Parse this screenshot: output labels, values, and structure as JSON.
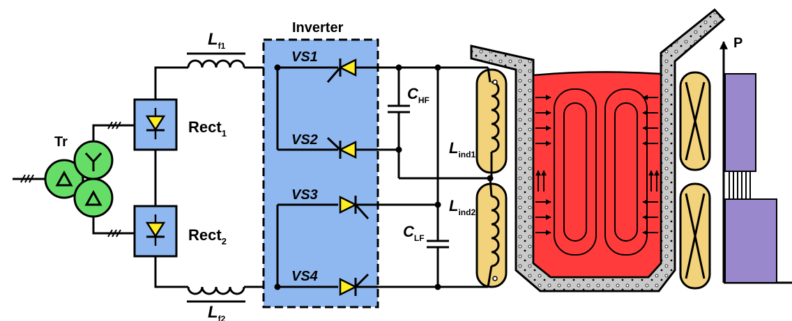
{
  "labels": {
    "transformer": "Tr",
    "rect1_main": "Rect",
    "rect1_sub": "1",
    "rect2_main": "Rect",
    "rect2_sub": "2",
    "inverter": "Inverter",
    "lf1_main": "L",
    "lf1_sub": "f1",
    "lf2_main": "L",
    "lf2_sub": "f2",
    "vs1": "VS1",
    "vs2": "VS2",
    "vs3": "VS3",
    "vs4": "VS4",
    "chf_main": "C",
    "chf_sub": "HF",
    "clf_main": "C",
    "clf_sub": "LF",
    "lind1_main": "L",
    "lind1_sub": "ind1",
    "lind2_main": "L",
    "lind2_sub": "ind2",
    "power_axis": "P"
  },
  "colors": {
    "transformer": "#66dd66",
    "rectifier_box": "#8fb8f0",
    "inverter_box": "#8fb8f0",
    "diode_yellow": "#ffee22",
    "coil": "#f2d27a",
    "melt": "#ff3b3b",
    "crucible": "#cccccc",
    "power_bar": "#9988cc"
  },
  "icons": {
    "transformer": "transformer-delta-wye-delta-icon",
    "rectifier": "diode-bridge-icon",
    "thyristor": "thyristor-icon",
    "inductor": "inductor-coil-icon",
    "capacitor": "capacitor-icon",
    "furnace": "induction-crucible-icon"
  }
}
